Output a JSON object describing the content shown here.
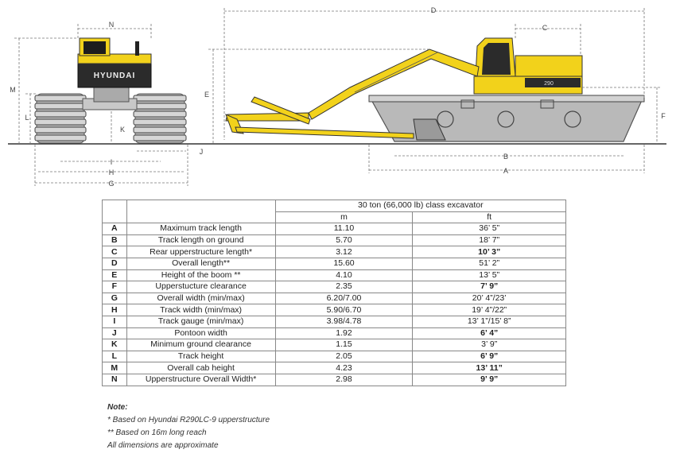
{
  "diagram_labels": {
    "front_view": [
      "M",
      "L",
      "K",
      "N",
      "J",
      "I",
      "H",
      "G"
    ],
    "side_view": [
      "D",
      "C",
      "E",
      "F",
      "B",
      "A"
    ],
    "cab_brand": "HYUNDAI",
    "model_badge": "290"
  },
  "table": {
    "header_title": "30 ton (66,000 lb) class excavator",
    "col_m": "m",
    "col_ft": "ft",
    "rows": [
      {
        "letter": "A",
        "desc": "Maximum track length",
        "m": "11.10",
        "ft": "36’ 5”"
      },
      {
        "letter": "B",
        "desc": "Track length on ground",
        "m": "5.70",
        "ft": "18’ 7”"
      },
      {
        "letter": "C",
        "desc": "Rear upperstructure length*",
        "m": "3.12",
        "ft": "10’ 3”"
      },
      {
        "letter": "D",
        "desc": "Overall length**",
        "m": "15.60",
        "ft": "51’ 2”"
      },
      {
        "letter": "E",
        "desc": "Height of the boom **",
        "m": "4.10",
        "ft": "13’ 5”"
      },
      {
        "letter": "F",
        "desc": "Upperstucture clearance",
        "m": "2.35",
        "ft": "7’ 9”"
      },
      {
        "letter": "G",
        "desc": "Overall width (min/max)",
        "m": "6.20/7.00",
        "ft": "20’ 4”/23’"
      },
      {
        "letter": "H",
        "desc": "Track width (min/max)",
        "m": "5.90/6.70",
        "ft": "19’ 4”/22”"
      },
      {
        "letter": "I",
        "desc": "Track gauge (min/max)",
        "m": "3.98/4.78",
        "ft": "13’ 1”/15’ 8”"
      },
      {
        "letter": "J",
        "desc": "Pontoon width",
        "m": "1.92",
        "ft": "6’ 4”"
      },
      {
        "letter": "K",
        "desc": "Minimum ground clearance",
        "m": "1.15",
        "ft": "3’ 9”"
      },
      {
        "letter": "L",
        "desc": "Track height",
        "m": "2.05",
        "ft": "6’ 9”"
      },
      {
        "letter": "M",
        "desc": "Overall cab height",
        "m": "4.23",
        "ft": "13’ 11”"
      },
      {
        "letter": "N",
        "desc": "Upperstructure Overall Width*",
        "m": "2.98",
        "ft": "9’ 9”"
      }
    ],
    "bold_ft_letters": [
      "C",
      "F",
      "J",
      "L",
      "M",
      "N"
    ]
  },
  "notes": {
    "title": "Note:",
    "lines": [
      "* Based on Hyundai R290LC-9 upperstructure",
      "** Based on 16m long reach",
      "All dimensions are approximate"
    ]
  },
  "colors": {
    "machine_yellow": "#f2d21b",
    "pontoon_grey": "#b9b9b9",
    "cab_dark": "#2b2b2b",
    "dimension_line": "#777777"
  }
}
